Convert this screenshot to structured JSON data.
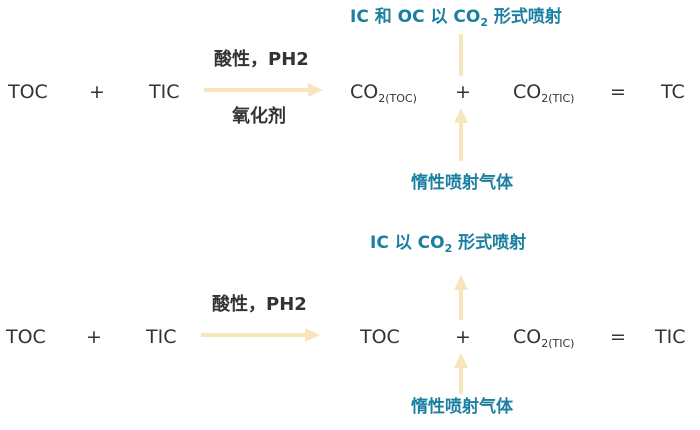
{
  "colors": {
    "accent_blue": "#1a7fa0",
    "arrow": "#f7e6bb",
    "text": "#333333"
  },
  "eq1": {
    "toc": "TOC",
    "plus1": "+",
    "tic": "TIC",
    "arrow_top": "酸性，PH2",
    "arrow_bottom": "氧化剂",
    "co2_a": "CO",
    "co2_a_sub": "2(TOC)",
    "plus2": "+",
    "co2_b": "CO",
    "co2_b_sub": "2(TIC)",
    "equals": "=",
    "tc": "TC",
    "top_note_a": "IC 和 OC 以 CO",
    "top_note_sub": "2",
    "top_note_b": " 形式喷射",
    "bottom_note": "惰性喷射气体"
  },
  "eq2": {
    "toc": "TOC",
    "plus1": "+",
    "tic": "TIC",
    "arrow_top": "酸性，PH2",
    "toc2": "TOC",
    "plus2": "+",
    "co2_b": "CO",
    "co2_b_sub": "2(TIC)",
    "equals": "=",
    "tic2": "TIC",
    "top_note_a": "IC 以 CO",
    "top_note_sub": "2",
    "top_note_b": " 形式喷射",
    "bottom_note": "惰性喷射气体"
  }
}
